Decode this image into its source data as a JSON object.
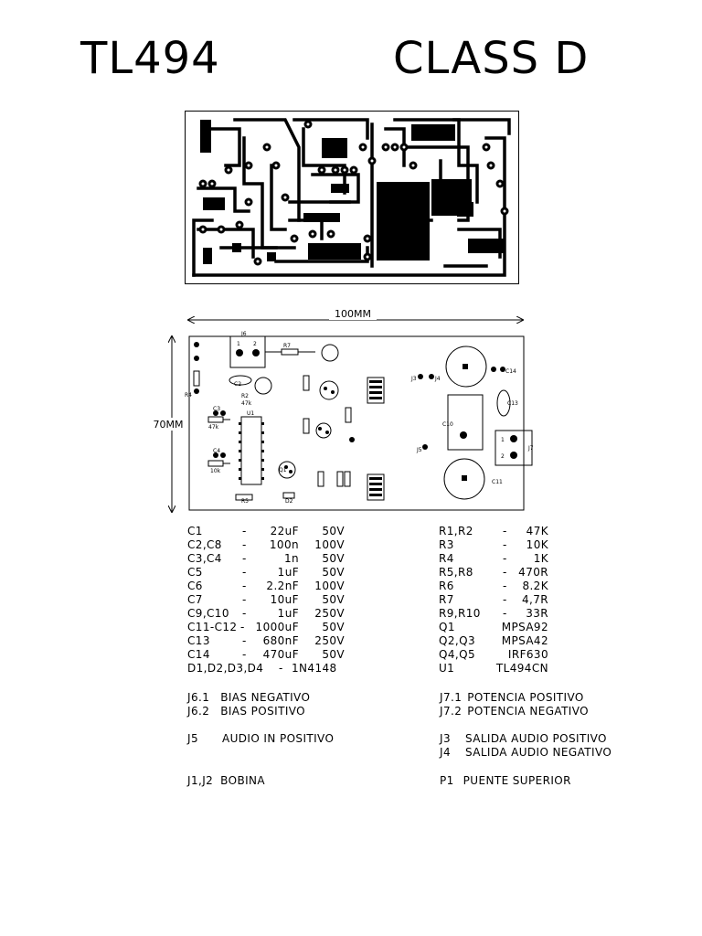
{
  "header": {
    "left": "TL494",
    "right": "CLASS D"
  },
  "board": {
    "width_label": "100MM",
    "height_label": "70MM",
    "silk_labels": {
      "j6": "J6",
      "j6_p1": "1",
      "j6_p2": "2",
      "r7": "R7",
      "c2": "C2",
      "r2": "R2",
      "r2_val": "47k",
      "c3": "C3",
      "r3_val": "47k",
      "u1": "U1",
      "c4": "C4",
      "c4_val": "10k",
      "r5": "R5",
      "d2": "D2",
      "q1": "Q1",
      "j5": "J5",
      "c11": "C11",
      "c13": "C13",
      "c14": "C14",
      "c10": "C10",
      "j7": "J7",
      "j7_p1": "1",
      "j7_p2": "2",
      "r4": "R4",
      "j3": "J3",
      "j4": "J4"
    }
  },
  "parts_left": [
    {
      "ref": "C1",
      "dash": "-",
      "value": "22uF",
      "rating": "50V"
    },
    {
      "ref": "C2,C8",
      "dash": "-",
      "value": "100n",
      "rating": "100V"
    },
    {
      "ref": "C3,C4",
      "dash": "-",
      "value": "1n",
      "rating": "50V"
    },
    {
      "ref": "C5",
      "dash": "-",
      "value": "1uF",
      "rating": "50V"
    },
    {
      "ref": "C6",
      "dash": "-",
      "value": "2.2nF",
      "rating": "100V"
    },
    {
      "ref": "C7",
      "dash": "-",
      "value": "10uF",
      "rating": "50V"
    },
    {
      "ref": "C9,C10",
      "dash": "-",
      "value": "1uF",
      "rating": "250V"
    },
    {
      "ref": "C11-C12",
      "dash": "-",
      "value": "1000uF",
      "rating": "50V"
    },
    {
      "ref": "C13",
      "dash": "-",
      "value": "680nF",
      "rating": "250V"
    },
    {
      "ref": "C14",
      "dash": "-",
      "value": "470uF",
      "rating": "50V"
    },
    {
      "ref": "D1,D2,D3,D4",
      "dash": "-",
      "value": "1N4148",
      "rating": ""
    }
  ],
  "parts_right": [
    {
      "ref": "R1,R2",
      "dash": "-",
      "value": "47K"
    },
    {
      "ref": "R3",
      "dash": "-",
      "value": "10K"
    },
    {
      "ref": "R4",
      "dash": "-",
      "value": "1K"
    },
    {
      "ref": "R5,R8",
      "dash": "-",
      "value": "470R"
    },
    {
      "ref": "R6",
      "dash": "-",
      "value": "8.2K"
    },
    {
      "ref": "R7",
      "dash": "-",
      "value": "4,7R"
    },
    {
      "ref": "R9,R10",
      "dash": "-",
      "value": "33R"
    },
    {
      "ref": "Q1",
      "dash": "",
      "value": "MPSA92"
    },
    {
      "ref": "Q2,Q3",
      "dash": "",
      "value": "MPSA42"
    },
    {
      "ref": "Q4,Q5",
      "dash": "",
      "value": "IRF630"
    },
    {
      "ref": "U1",
      "dash": "",
      "value": "TL494CN"
    }
  ],
  "connections": {
    "j61": {
      "ref": "J6.1",
      "desc": "BIAS NEGATIVO"
    },
    "j62": {
      "ref": "J6.2",
      "desc": "BIAS POSITIVO"
    },
    "j5": {
      "ref": "J5",
      "desc": "AUDIO IN POSITIVO"
    },
    "j12": {
      "ref": "J1,J2",
      "desc": "BOBINA"
    },
    "j71": {
      "ref": "J7.1",
      "desc": "POTENCIA POSITIVO"
    },
    "j72": {
      "ref": "J7.2",
      "desc": "POTENCIA NEGATIVO"
    },
    "j3": {
      "ref": "J3",
      "desc": "SALIDA AUDIO POSITIVO"
    },
    "j4": {
      "ref": "J4",
      "desc": "SALIDA AUDIO NEGATIVO"
    },
    "p1": {
      "ref": "P1",
      "desc": "PUENTE SUPERIOR"
    }
  }
}
